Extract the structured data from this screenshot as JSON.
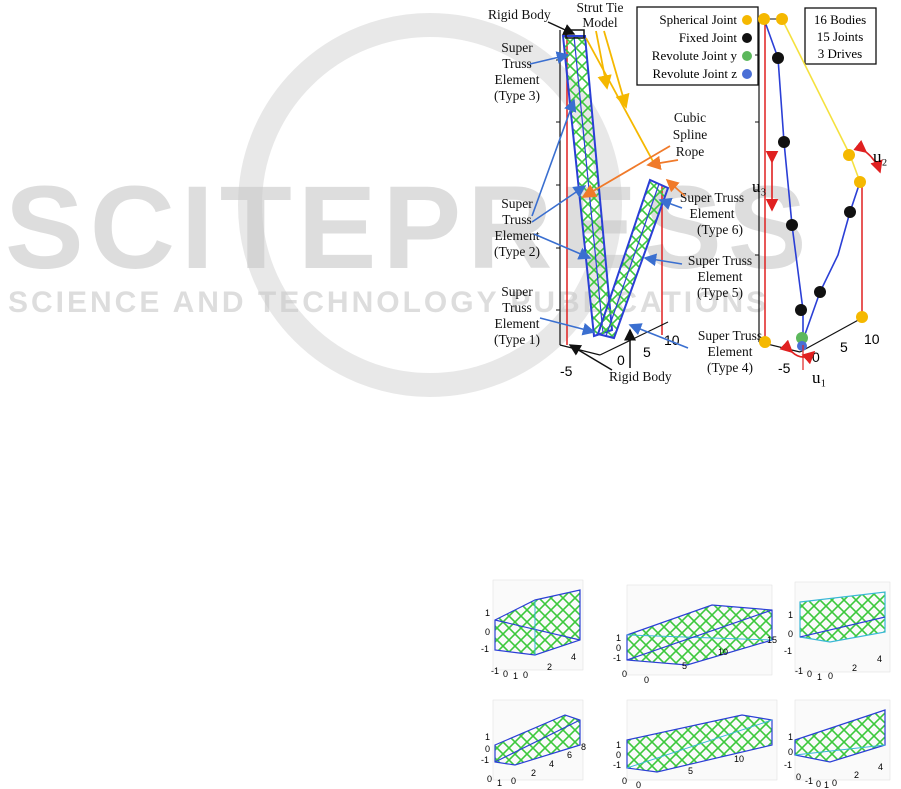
{
  "watermark": {
    "line1": "SCITEPRESS",
    "line2": "SCIENCE AND TECHNOLOGY PUBLICATIONS"
  },
  "left_labels": {
    "rigid_body_top": "Rigid Body",
    "strut_tie_1": "Strut Tie",
    "strut_tie_2": "Model",
    "cubic_1": "Cubic",
    "cubic_2": "Spline",
    "cubic_3": "Rope",
    "type3": [
      "Super",
      "Truss",
      "Element",
      "(Type 3)"
    ],
    "type2": [
      "Super",
      "Truss",
      "Element",
      "(Type 2)"
    ],
    "type1": [
      "Super",
      "Truss",
      "Element",
      "(Type 1)"
    ],
    "type6": [
      "Super Truss",
      "Element",
      "(Type 6)"
    ],
    "type5": [
      "Super Truss",
      "Element",
      "(Type 5)"
    ],
    "type4": [
      "Super Truss",
      "Element",
      "(Type 4)"
    ],
    "rigid_body_bottom": "Rigid Body",
    "ticks": [
      "-5",
      "0",
      "5",
      "10"
    ]
  },
  "legend": {
    "items": [
      {
        "label": "Spherical Joint",
        "color": "#f5b800"
      },
      {
        "label": "Fixed Joint",
        "color": "#111111"
      },
      {
        "label": "Revolute Joint y",
        "color": "#5cb85c"
      },
      {
        "label": "Revolute Joint z",
        "color": "#4a6fd6"
      }
    ]
  },
  "counts": {
    "bodies": "16 Bodies",
    "joints": "15 Joints",
    "drives": "3 Drives"
  },
  "right_plot": {
    "u1": "u₁",
    "u2": "u₂",
    "u3": "u₃",
    "ticks": [
      "-5",
      "0",
      "5",
      "10"
    ]
  },
  "thumbnails": [
    {
      "yticks": [
        "1",
        "0",
        "-1"
      ],
      "xticks": [
        "-1",
        "0",
        "1",
        "0",
        "2",
        "4"
      ]
    },
    {
      "yticks": [
        "1",
        "0",
        "-1",
        "0"
      ],
      "xticks": [
        "0",
        "5",
        "10",
        "15"
      ]
    },
    {
      "yticks": [
        "1",
        "0",
        "-1"
      ],
      "xticks": [
        "-1",
        "0",
        "1",
        "0",
        "2",
        "4"
      ]
    },
    {
      "yticks": [
        "1",
        "0",
        "-1"
      ],
      "xticks": [
        "0",
        "1",
        "0",
        "2",
        "4",
        "6",
        "8"
      ]
    },
    {
      "yticks": [
        "1",
        "0",
        "-1",
        "0"
      ],
      "xticks": [
        "0",
        "5",
        "10"
      ]
    },
    {
      "yticks": [
        "1",
        "0",
        "-1",
        "0"
      ],
      "xticks": [
        "-1",
        "0",
        "1",
        "0",
        "2",
        "4"
      ]
    }
  ],
  "colors": {
    "truss_green": "#3cc83c",
    "truss_blue": "#2b3fd6",
    "arrow_blue": "#3a6fd0",
    "arrow_orange": "#f07a2a",
    "arrow_yellow": "#f5b800",
    "red": "#e02020"
  }
}
